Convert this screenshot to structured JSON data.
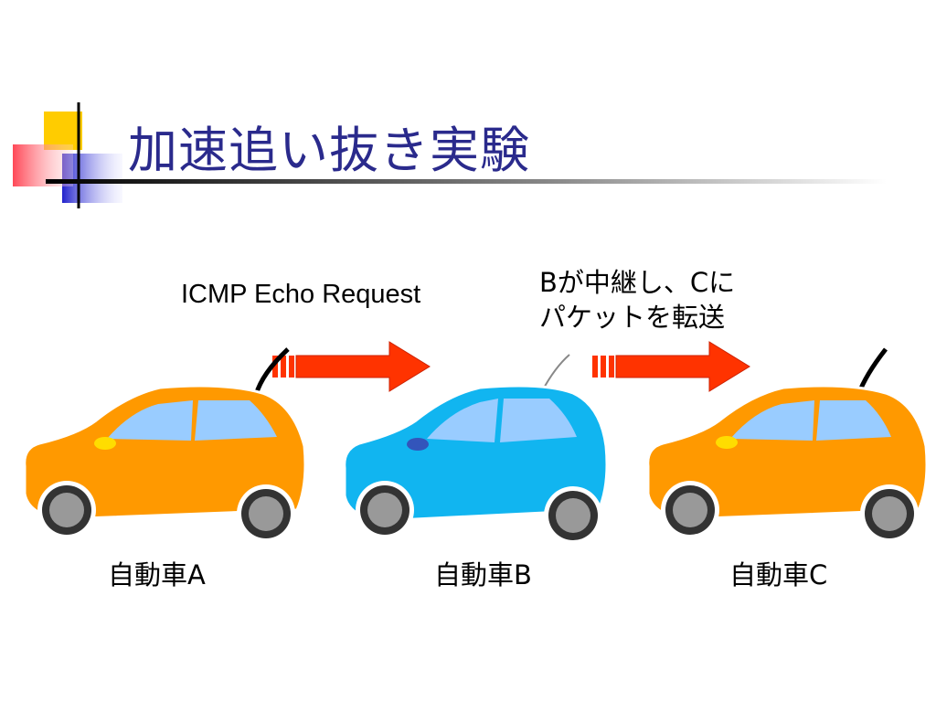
{
  "slide": {
    "title": "加速追い抜き実験",
    "icmp_label": "ICMP Echo Request",
    "relay_note": {
      "line1": "Bが中継し、Cに",
      "line2": "パケットを転送"
    },
    "cars": [
      {
        "label": "自動車A",
        "color": "#ff9900"
      },
      {
        "label": "自動車B",
        "color": "#11b5f0"
      },
      {
        "label": "自動車C",
        "color": "#ff9900"
      }
    ],
    "colors": {
      "title": "#2a2a8c",
      "arrow": "#ff3300",
      "window": "#99ccff",
      "tire": "#333333",
      "hub": "#999999"
    }
  }
}
